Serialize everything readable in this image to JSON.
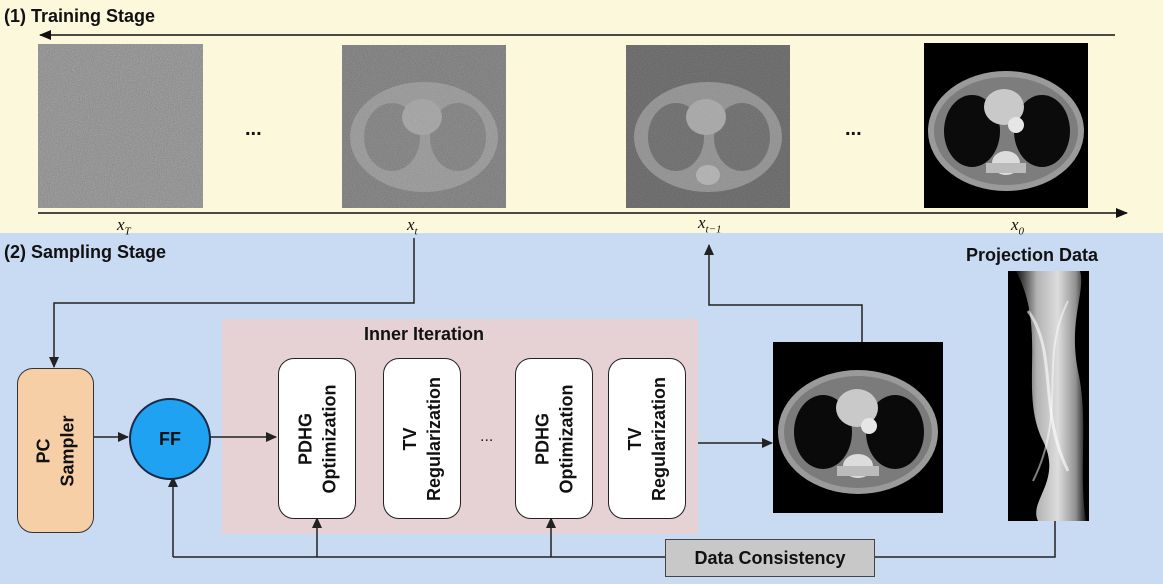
{
  "training": {
    "title": "(1) Training Stage",
    "labels": {
      "xT": {
        "base": "x",
        "sub": "T"
      },
      "xt": {
        "base": "x",
        "sub": "t"
      },
      "xt1": {
        "base": "x",
        "sub": "t−1"
      },
      "x0": {
        "base": "x",
        "sub": "0"
      }
    },
    "ellipsis": "..."
  },
  "sampling": {
    "title": "(2) Sampling Stage",
    "pc_sampler": {
      "line1": "PC",
      "line2": "Sampler"
    },
    "ff": "FF",
    "inner": {
      "title": "Inner Iteration",
      "pdhg1": {
        "line1": "PDHG",
        "line2": "Optimization"
      },
      "tv1": {
        "line1": "TV",
        "line2": "Regularization"
      },
      "ellipsis": "...",
      "pdhg2": {
        "line1": "PDHG",
        "line2": "Optimization"
      },
      "tv2": {
        "line1": "TV",
        "line2": "Regularization"
      }
    },
    "data_consistency": "Data Consistency",
    "projection_title": "Projection Data"
  },
  "colors": {
    "training_bg": "#fbf8dc",
    "sampling_bg": "#c9dbf3",
    "inner_bg": "#e6d2d5",
    "pc_sampler": "#f7cfa6",
    "ff_circle": "#1fa2f2",
    "data_consistency": "#c8c8c8"
  }
}
